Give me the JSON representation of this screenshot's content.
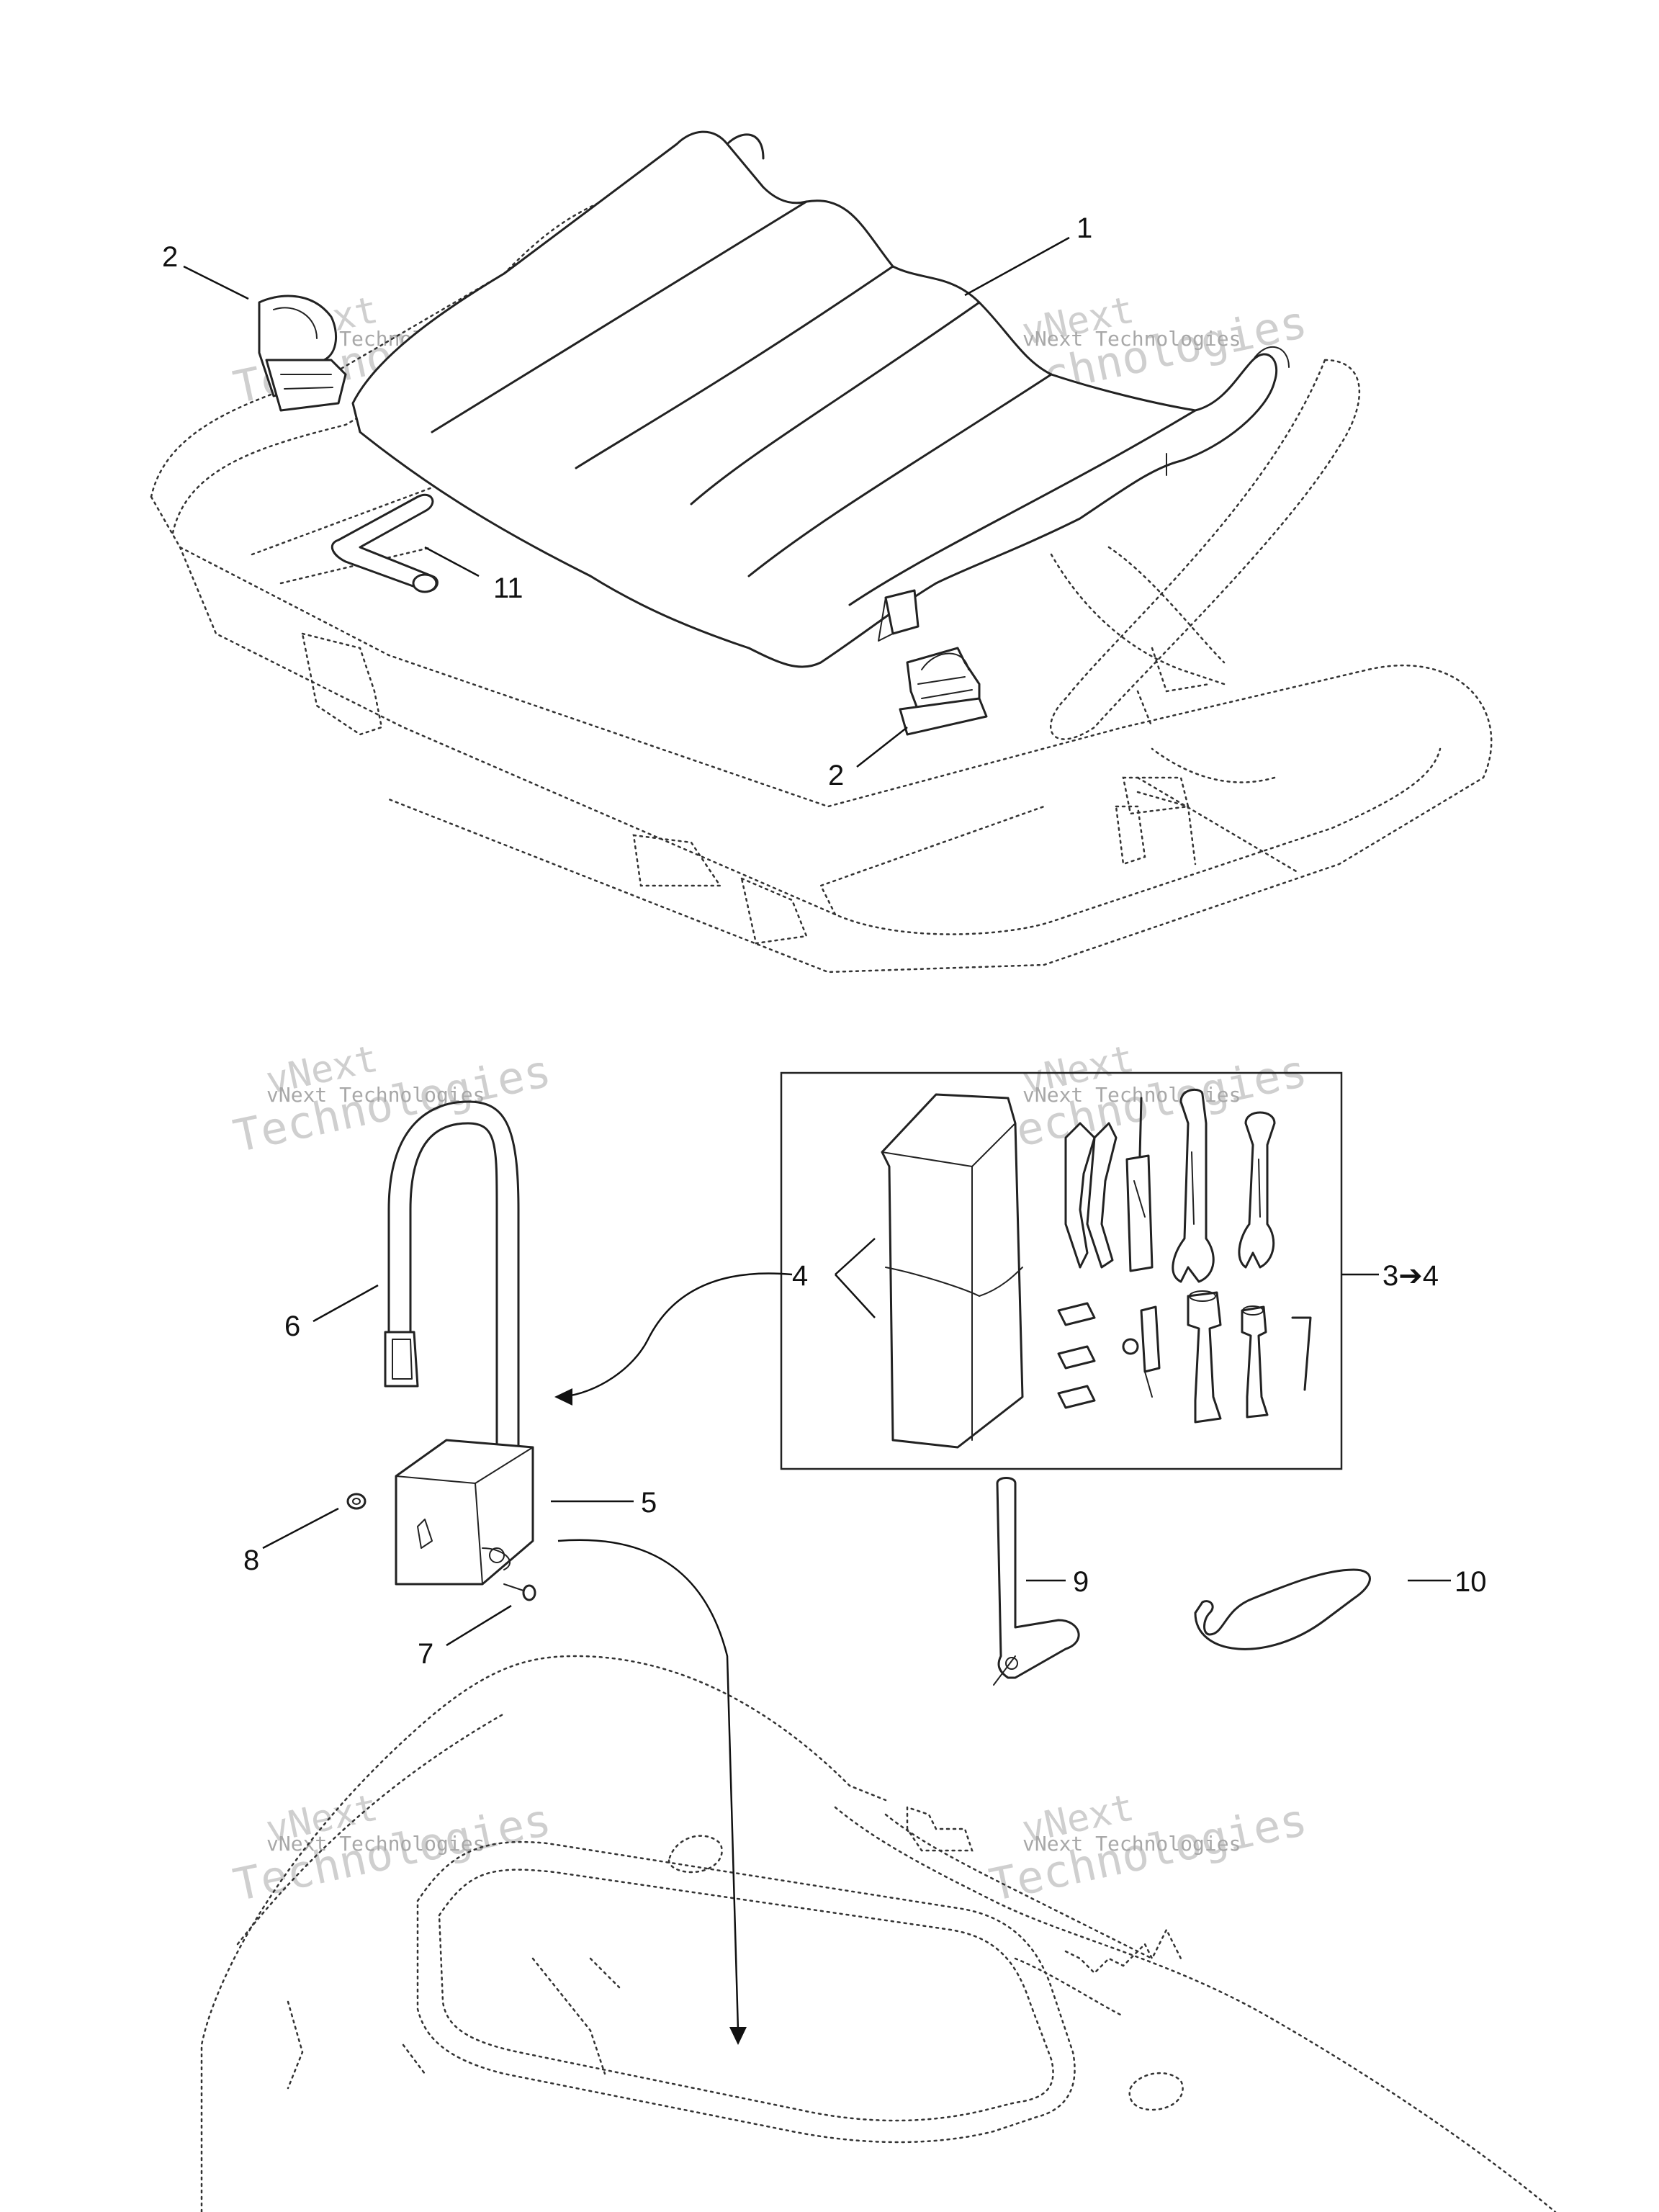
{
  "callouts": {
    "c1": "1",
    "c2_left": "2",
    "c2_mid": "2",
    "c11": "11",
    "c6": "6",
    "c4": "4",
    "c3_4": "3➔4",
    "c5": "5",
    "c8": "8",
    "c7": "7",
    "c9": "9",
    "c10": "10"
  },
  "watermark": {
    "line1": "vNext",
    "line2": "Technologies",
    "small": "vNext Technologies"
  },
  "colors": {
    "line": "#222222",
    "watermark": "#cfcfcf",
    "background": "#ffffff"
  }
}
